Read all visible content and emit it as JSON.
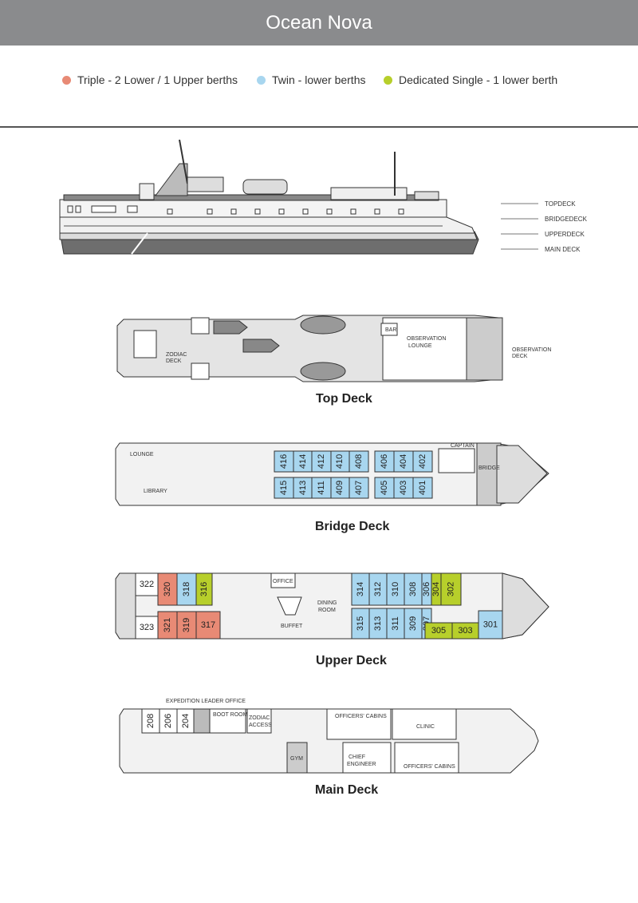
{
  "title": "Ocean Nova",
  "colors": {
    "triple": "#e88a75",
    "twin": "#a8d6ef",
    "single": "#b7cf2b",
    "hull": "#e5e5e5",
    "outline": "#333333"
  },
  "legend": [
    {
      "label": "Triple - 2 Lower / 1 Upper berths",
      "color": "#e88a75"
    },
    {
      "label": "Twin - lower berths",
      "color": "#a8d6ef"
    },
    {
      "label": "Dedicated Single - 1 lower berth",
      "color": "#b7cf2b"
    }
  ],
  "side_profile": {
    "deck_labels": [
      "TOPDECK",
      "BRIDGEDECK",
      "UPPERDECK",
      "MAIN DECK"
    ]
  },
  "top_deck": {
    "title": "Top Deck",
    "labels": {
      "zodiac": "ZODIAC",
      "zodiac2": "DECK",
      "bar": "BAR",
      "obs1": "OBSERVATION",
      "obs2": "LOUNGE",
      "obsdeck1": "OBSERVATION",
      "obsdeck2": "DECK"
    }
  },
  "bridge_deck": {
    "title": "Bridge Deck",
    "labels": {
      "lounge": "LOUNGE",
      "library": "LIBRARY",
      "captain": "CAPTAIN",
      "bridge": "BRIDGE"
    },
    "cabins_top": [
      "416",
      "414",
      "412",
      "410",
      "408",
      "406",
      "404",
      "402"
    ],
    "cabins_bottom": [
      "415",
      "413",
      "411",
      "409",
      "407",
      "405",
      "403",
      "401"
    ]
  },
  "upper_deck": {
    "title": "Upper Deck",
    "labels": {
      "office": "OFFICE",
      "dining1": "DINING",
      "dining2": "ROOM",
      "buffet": "BUFFET"
    },
    "cabins": [
      {
        "num": "322",
        "type": "plain"
      },
      {
        "num": "323",
        "type": "plain"
      },
      {
        "num": "320",
        "type": "triple"
      },
      {
        "num": "318",
        "type": "twin"
      },
      {
        "num": "316",
        "type": "single"
      },
      {
        "num": "321",
        "type": "triple"
      },
      {
        "num": "319",
        "type": "triple"
      },
      {
        "num": "317",
        "type": "triple"
      },
      {
        "num": "314",
        "type": "twin"
      },
      {
        "num": "312",
        "type": "twin"
      },
      {
        "num": "310",
        "type": "twin"
      },
      {
        "num": "308",
        "type": "twin"
      },
      {
        "num": "306",
        "type": "twin"
      },
      {
        "num": "304",
        "type": "single"
      },
      {
        "num": "302",
        "type": "single"
      },
      {
        "num": "315",
        "type": "twin"
      },
      {
        "num": "313",
        "type": "twin"
      },
      {
        "num": "311",
        "type": "twin"
      },
      {
        "num": "309",
        "type": "twin"
      },
      {
        "num": "307",
        "type": "twin"
      },
      {
        "num": "305",
        "type": "single"
      },
      {
        "num": "303",
        "type": "single"
      },
      {
        "num": "301",
        "type": "twin"
      }
    ]
  },
  "main_deck": {
    "title": "Main Deck",
    "labels": {
      "expedition": "EXPEDITION LEADER OFFICE",
      "boot": "BOOT ROOM",
      "zodiac1": "ZODIAC",
      "zodiac2": "ACCESS",
      "officers": "OFFICERS' CABINS",
      "clinic": "CLINIC",
      "gym": "GYM",
      "chief1": "CHIEF",
      "chief2": "ENGINEER",
      "officers2": "OFFICERS' CABINS"
    },
    "cabins": [
      "208",
      "206",
      "204"
    ]
  }
}
